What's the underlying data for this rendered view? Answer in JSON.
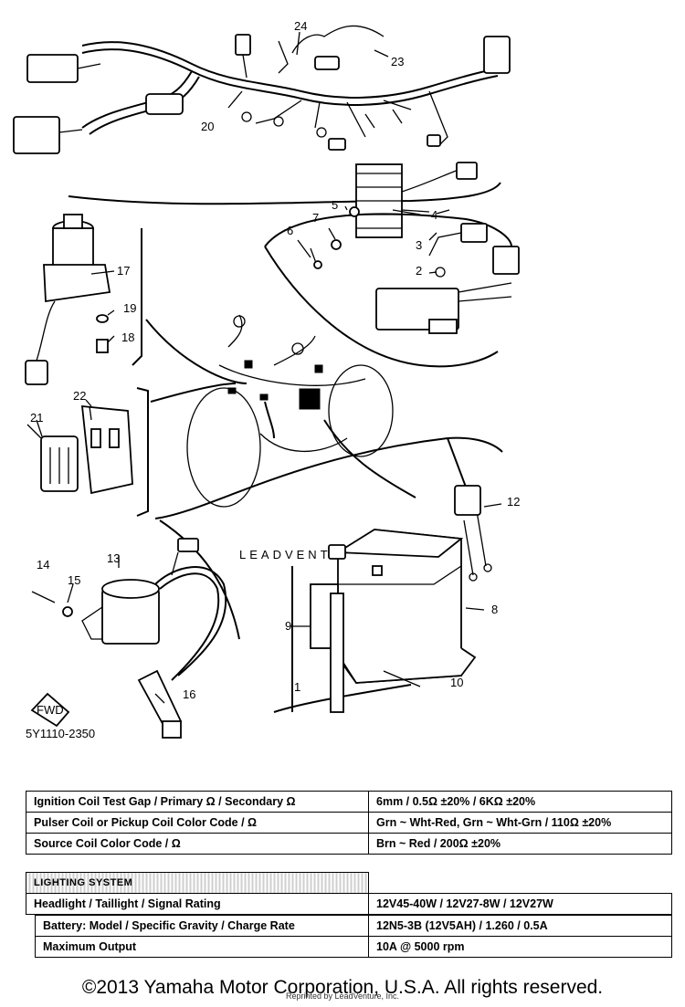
{
  "diagram": {
    "callouts": {
      "c1": "1",
      "c2": "2",
      "c3": "3",
      "c4": "4",
      "c5": "5",
      "c6": "6",
      "c7": "7",
      "c8": "8",
      "c9": "9",
      "c10": "10",
      "c12": "12",
      "c13": "13",
      "c14": "14",
      "c15": "15",
      "c16": "16",
      "c17": "17",
      "c18": "18",
      "c19": "19",
      "c20": "20",
      "c21": "21",
      "c22": "22",
      "c23": "23",
      "c24": "24"
    },
    "fwd_label": "FWD",
    "diagram_code": "5Y1110-2350",
    "watermark": "LEADVENTURES"
  },
  "ignition_table": {
    "rows": [
      {
        "label": "Ignition Coil Test Gap / Primary Ω / Secondary Ω",
        "value": "6mm / 0.5Ω ±20% / 6KΩ ±20%"
      },
      {
        "label": "Pulser Coil or Pickup Coil Color Code / Ω",
        "value": "Grn ~ Wht-Red, Grn ~ Wht-Grn / 110Ω ±20%"
      },
      {
        "label": "Source Coil Color Code / Ω",
        "value": "Brn ~ Red / 200Ω ±20%"
      }
    ]
  },
  "lighting_table": {
    "header": "LIGHTING SYSTEM",
    "rows": [
      {
        "label": "Headlight / Taillight / Signal Rating",
        "value": "12V45-40W / 12V27-8W / 12V27W"
      }
    ]
  },
  "battery_table": {
    "rows": [
      {
        "label": "Battery: Model / Specific Gravity / Charge Rate",
        "value": "12N5-3B (12V5AH) / 1.260 / 0.5A"
      },
      {
        "label": "Maximum Output",
        "value": "10A @ 5000 rpm"
      }
    ]
  },
  "footer": {
    "copyright": "©2013 Yamaha Motor Corporation, U.S.A. All rights reserved.",
    "reprint": "Reprinted by LeadVenture, Inc."
  }
}
